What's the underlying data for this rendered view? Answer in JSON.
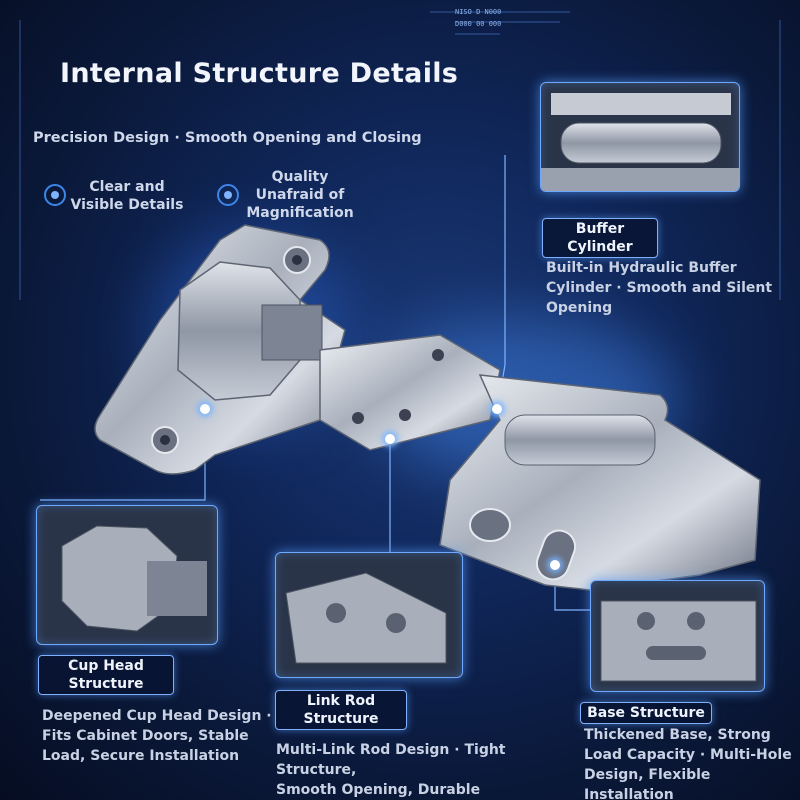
{
  "header": {
    "title": "Internal Structure Details",
    "subtitle": "Precision Design · Smooth Opening and Closing",
    "corner_code_1": "NISO D N000",
    "corner_code_2": "D000 00 000"
  },
  "features": [
    {
      "text": "Clear and\nVisible Details",
      "icon": "target-ring-icon"
    },
    {
      "text": "Quality\nUnafraid of\nMagnification",
      "icon": "target-ring-icon"
    }
  ],
  "callouts": {
    "buffer": {
      "label": "Buffer\nCylinder",
      "desc": "Built-in Hydraulic Buffer\nCylinder · Smooth and Silent\nOpening"
    },
    "cup": {
      "label": "Cup Head\nStructure",
      "desc": "Deepened Cup Head Design ·\nFits Cabinet Doors, Stable\nLoad, Secure Installation"
    },
    "link": {
      "label": "Link Rod\nStructure",
      "desc": "Multi-Link Rod Design · Tight Structure,\nSmooth Opening, Durable"
    },
    "base": {
      "label": "Base Structure",
      "desc": "Thickened Base, Strong\nLoad Capacity · Multi-Hole\nDesign, Flexible\nInstallation"
    }
  },
  "colors": {
    "accent": "#3d86e8",
    "glow": "#6fa8ff",
    "metal": "#b9bfca"
  }
}
